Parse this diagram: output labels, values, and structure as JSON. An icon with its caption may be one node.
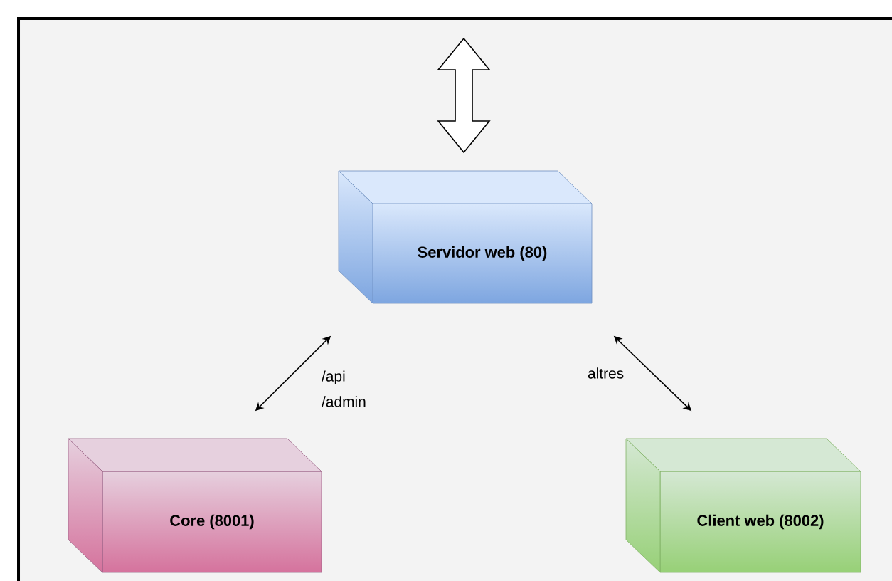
{
  "diagram": {
    "nodes": [
      {
        "text": [
          "Servidor web (80)"
        ]
      },
      {
        "text": [
          "Core (8001)"
        ]
      },
      {
        "text": [
          "Client web (8002)"
        ]
      }
    ],
    "edges": [
      {
        "from": null,
        "to": 0,
        "arrow": "both"
      },
      {
        "from": 1,
        "to": 0,
        "arrow": "both",
        "label": "/api /admin"
      },
      {
        "from": 0,
        "to": 2,
        "arrow": "both",
        "label": "altres"
      }
    ]
  }
}
